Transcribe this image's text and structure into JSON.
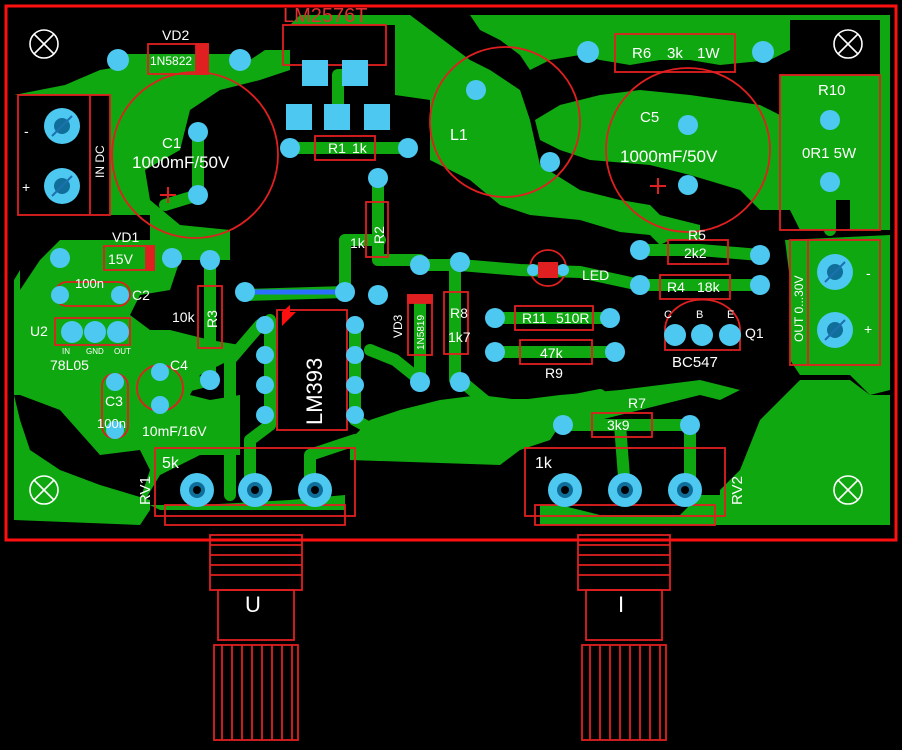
{
  "board": {
    "regulator": "LM2576T",
    "comparator": "LM393",
    "input_label": "IN DC",
    "output_label": "OUT 0...30V",
    "pot_u_label": "U",
    "pot_i_label": "I",
    "minus": "-",
    "plus": "+"
  },
  "components": {
    "vd2": "VD2",
    "vd2_val": "1N5822",
    "c1": "C1",
    "c1_val": "1000mF/50V",
    "r1": "R1",
    "r1_val": "1k",
    "l1": "L1",
    "r6": "R6",
    "r6_val": "3k",
    "r6_pow": "1W",
    "c5": "C5",
    "c5_val": "1000mF/50V",
    "r10": "R10",
    "r10_val": "0R1 5W",
    "r2": "R2",
    "r2_val": "1k",
    "vd1": "VD1",
    "vd1_val": "15V",
    "c2": "C2",
    "c2_val": "100n",
    "u2": "U2",
    "u2_val": "78L05",
    "u2_in": "IN",
    "u2_gnd": "GND",
    "u2_out": "OUT",
    "r3": "R3",
    "r3_val": "10k",
    "c4": "C4",
    "c4_val": "10mF/16V",
    "c3": "C3",
    "c3_val": "100n",
    "vd3": "VD3",
    "vd3_val": "1N5819",
    "r8": "R8",
    "r8_val": "1k7",
    "led": "LED",
    "r11": "R11",
    "r11_val": "510R",
    "r9": "R9",
    "r9_val": "47k",
    "r5": "R5",
    "r5_val": "2k2",
    "r4": "R4",
    "r4_val": "18k",
    "q1": "Q1",
    "q1_val": "BC547",
    "q1_c": "C",
    "q1_b": "B",
    "q1_e": "E",
    "r7": "R7",
    "r7_val": "3k9",
    "rv1": "RV1",
    "rv1_val": "5k",
    "rv2": "RV2",
    "rv2_val": "1k"
  },
  "colors": {
    "board": "#000000",
    "copper": "#10a810",
    "pad": "#4dc8f0",
    "silk": "#e02020",
    "edge": "#ff1010",
    "jumper": "#2a6fff"
  }
}
